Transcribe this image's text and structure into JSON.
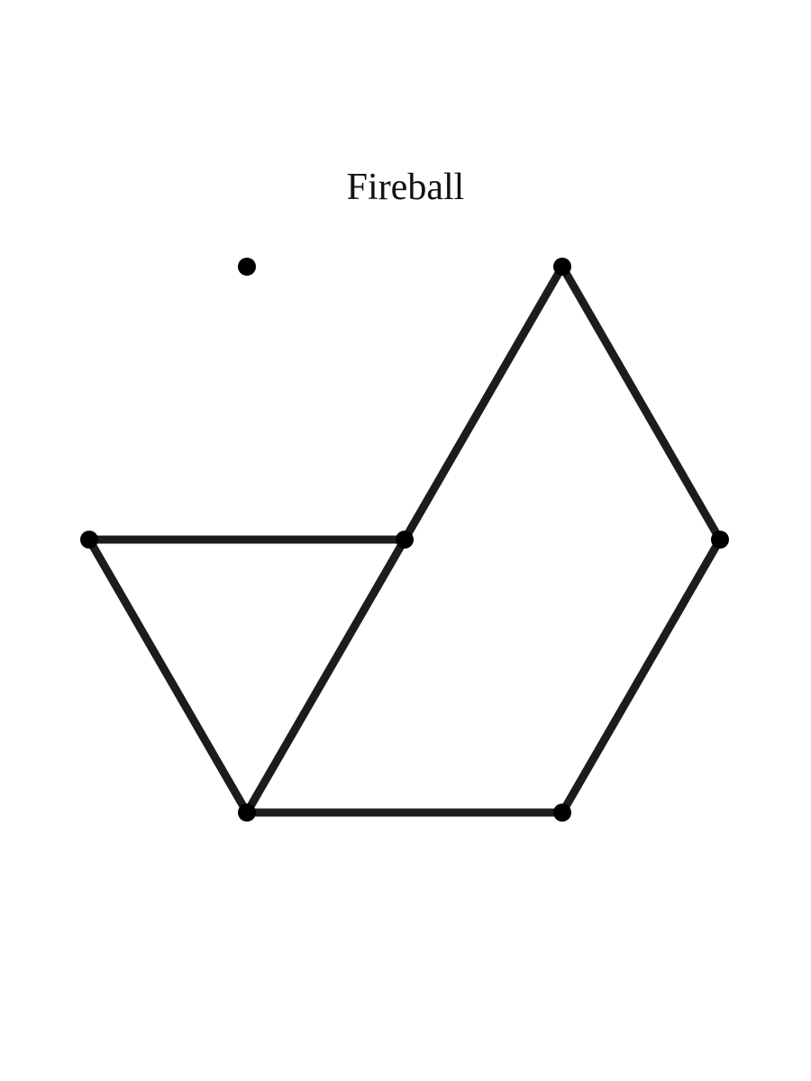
{
  "title": "Fireball",
  "colors": {
    "background": "#ffffff",
    "edge": "#1c1c1c",
    "vertex": "#000000",
    "text": "#111111"
  },
  "graph": {
    "vertices": [
      {
        "id": "v0"
      },
      {
        "id": "v1"
      },
      {
        "id": "v2"
      },
      {
        "id": "v3"
      },
      {
        "id": "v4"
      },
      {
        "id": "v5"
      },
      {
        "id": "v6"
      }
    ],
    "edges": [
      [
        "v2",
        "v3"
      ],
      [
        "v2",
        "v4"
      ],
      [
        "v3",
        "v4"
      ],
      [
        "v3",
        "v1"
      ],
      [
        "v1",
        "v6"
      ],
      [
        "v6",
        "v5"
      ],
      [
        "v5",
        "v4"
      ]
    ]
  }
}
